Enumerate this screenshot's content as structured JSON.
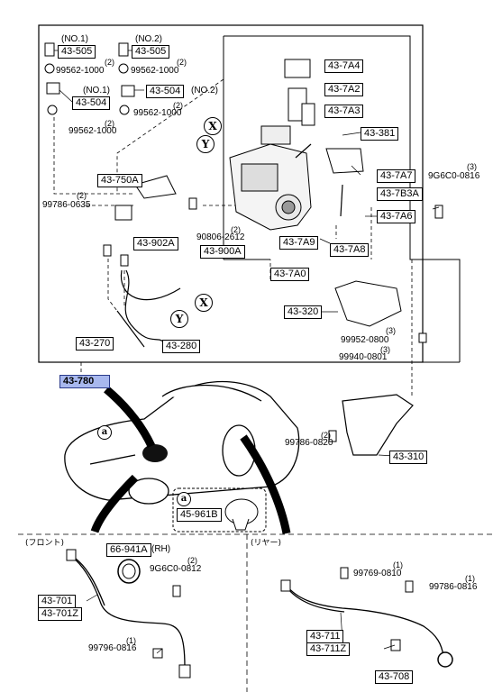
{
  "diagram": {
    "labels_top": {
      "no1": "(NO.1)",
      "no2a": "(NO.2)",
      "no1b": "(NO.1)",
      "no2b": "(NO.2)"
    },
    "parts": {
      "p43_505a": "43-505",
      "p43_505b": "43-505",
      "p43_504a": "43-504",
      "p43_504b": "43-504",
      "p99562_a": "99562-1000",
      "p99562_b": "99562-1000",
      "p99562_c": "99562-1000",
      "p99562_d": "99562-1000",
      "p43_7a4": "43-7A4",
      "p43_7a2": "43-7A2",
      "p43_7a3": "43-7A3",
      "p43_381": "43-381",
      "p43_750a": "43-750A",
      "p43_7a7": "43-7A7",
      "p43_7b3a": "43-7B3A",
      "p43_7a6": "43-7A6",
      "p9g6c0_0816": "9G6C0-0816",
      "p99786_0635": "99786-0635",
      "p90806_2612": "90806-2612",
      "p43_902a": "43-902A",
      "p43_900a": "43-900A",
      "p43_7a9": "43-7A9",
      "p43_7a8": "43-7A8",
      "p43_7a0": "43-7A0",
      "p43_320": "43-320",
      "p99952_0800": "99952-0800",
      "p99940_0801": "99940-0801",
      "p43_270": "43-270",
      "p43_280": "43-280",
      "p43_780": "43-780",
      "p99786_0820": "99786-0820",
      "p43_310": "43-310",
      "p45_961b": "45-961B",
      "p66_941a": "66-941A",
      "rh": "(RH)",
      "p9g6c0_0812": "9G6C0-0812",
      "p43_701": "43-701",
      "p43_701z": "43-701Z",
      "p99796_0816": "99796-0816",
      "p99769_0810": "99769-0810",
      "p99786_0816": "99786-0816",
      "p43_711": "43-711",
      "p43_711z": "43-711Z",
      "p43_708": "43-708"
    },
    "qty": {
      "q2a": "(2)",
      "q2b": "(2)",
      "q2c": "(2)",
      "q2d": "(2)",
      "q3a": "(3)",
      "q2e": "(2)",
      "q2f": "(2)",
      "q3b": "(3)",
      "q3c": "(3)",
      "q2g": "(2)",
      "q2h": "(2)",
      "q1a": "(1)",
      "q1b": "(1)",
      "q1c": "(1)"
    },
    "markers": {
      "x1": "X",
      "y1": "Y",
      "x2": "X",
      "y2": "Y",
      "a1": "a",
      "a2": "a"
    },
    "sections": {
      "front": "(フロント)",
      "rear": "(リヤー)"
    }
  }
}
